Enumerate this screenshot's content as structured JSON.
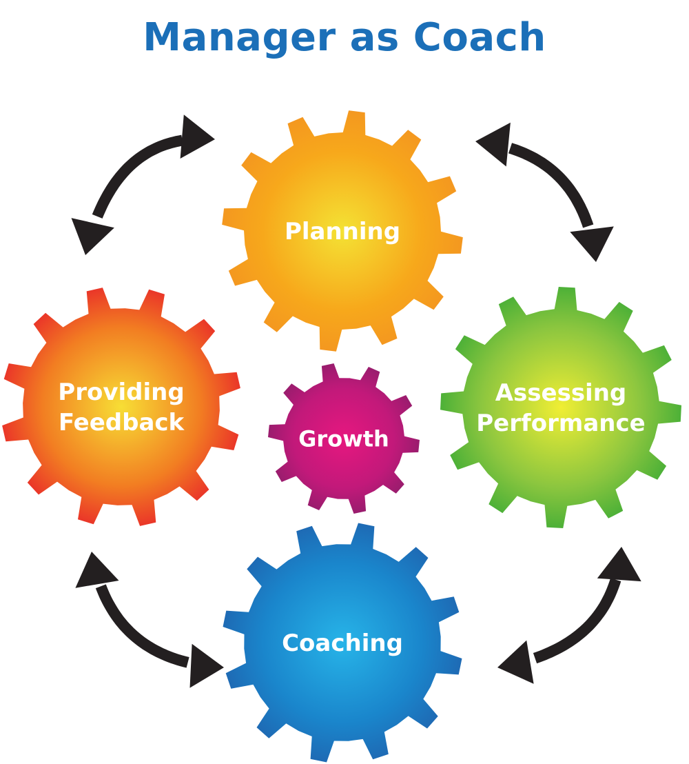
{
  "title": "Manager as Coach",
  "colors": {
    "title": "#1B6FB8",
    "arrows": "#231F20",
    "planning": [
      "#F4E234",
      "#F7A81B",
      "#F39321"
    ],
    "feedback": [
      "#F7DE35",
      "#F27E22",
      "#E8242A"
    ],
    "assessing": [
      "#F0EE34",
      "#8CC63F",
      "#3AAA35"
    ],
    "coaching": [
      "#27B4E8",
      "#1A86CC",
      "#1F63AE"
    ],
    "growth": [
      "#E6177F",
      "#C2197A",
      "#8E1D6A"
    ]
  },
  "gears": {
    "planning": {
      "lines": [
        "Planning"
      ],
      "icon": "gear-icon"
    },
    "feedback": {
      "lines": [
        "Providing",
        "Feedback"
      ],
      "icon": "gear-icon"
    },
    "assessing": {
      "lines": [
        "Assessing",
        "Performance"
      ],
      "icon": "gear-icon"
    },
    "coaching": {
      "lines": [
        "Coaching"
      ],
      "icon": "gear-icon"
    },
    "growth": {
      "lines": [
        "Growth"
      ],
      "icon": "gear-icon"
    }
  },
  "arrows": [
    {
      "name": "arrow-feedback-planning",
      "icon": "double-arrow-icon"
    },
    {
      "name": "arrow-planning-assessing",
      "icon": "double-arrow-icon"
    },
    {
      "name": "arrow-assessing-coaching",
      "icon": "double-arrow-icon"
    },
    {
      "name": "arrow-coaching-feedback",
      "icon": "double-arrow-icon"
    }
  ]
}
